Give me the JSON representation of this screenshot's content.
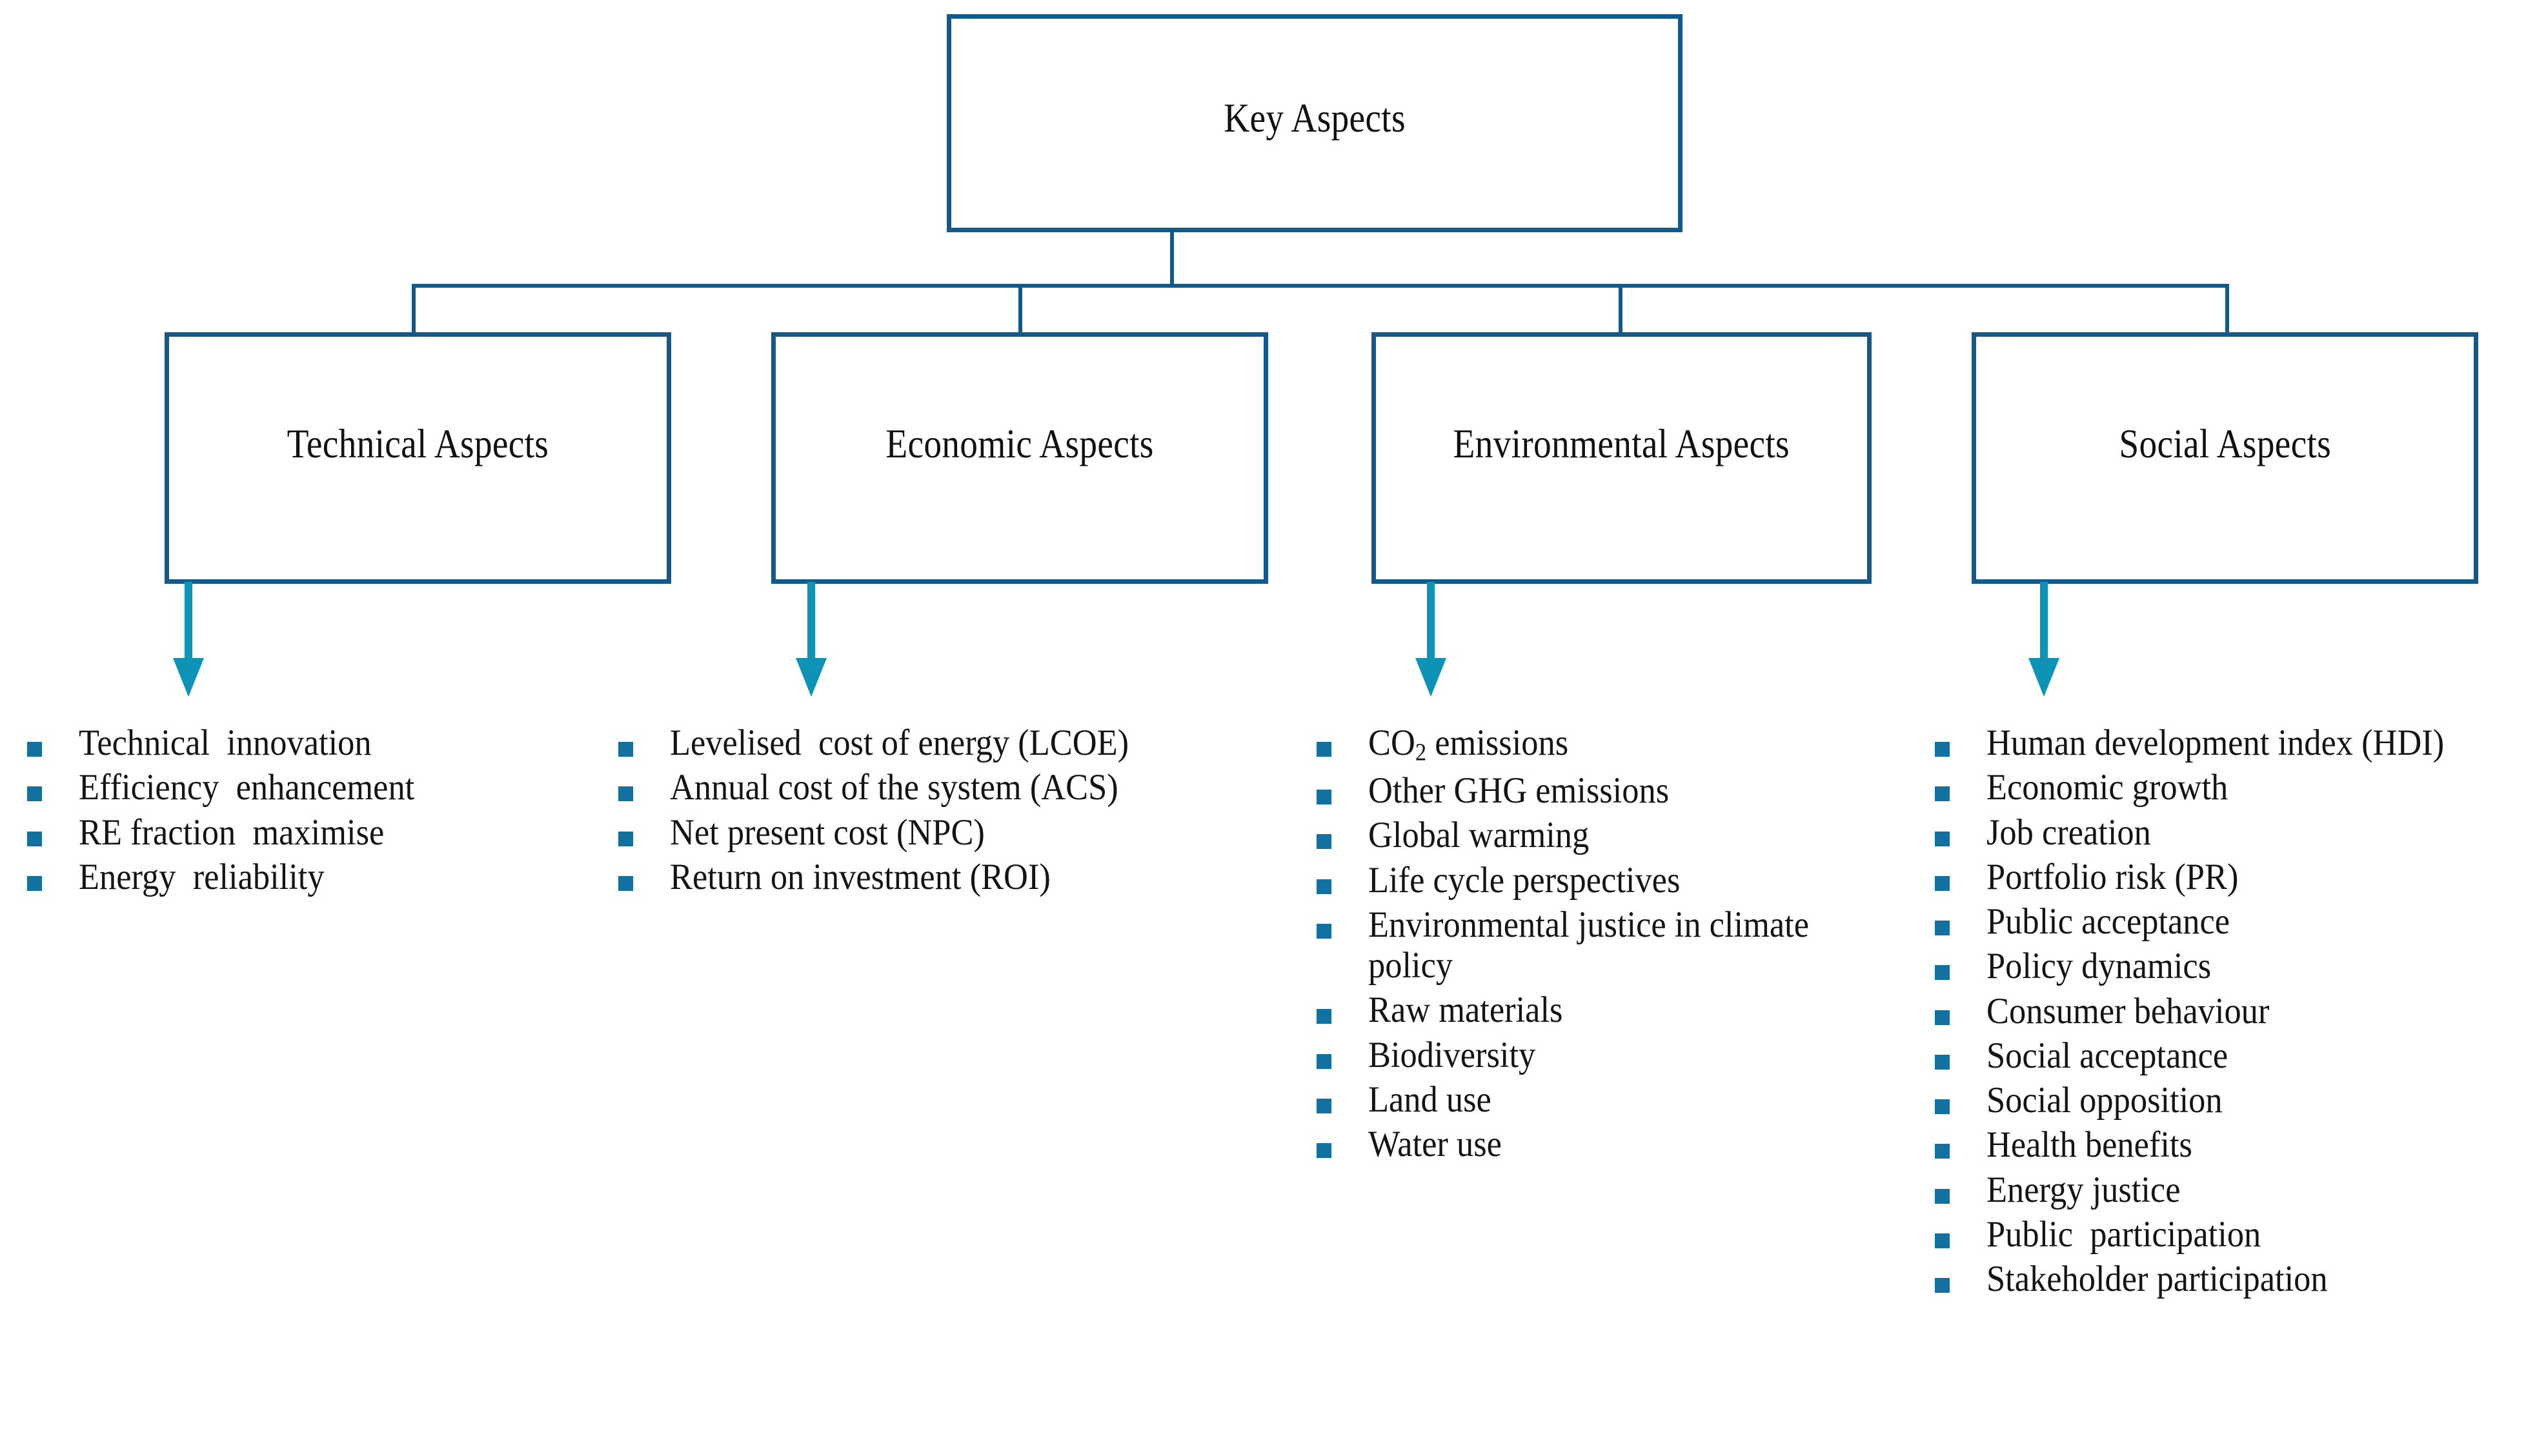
{
  "diagram": {
    "title_node": {
      "label": "Key Aspects"
    },
    "categories": [
      {
        "id": "technical",
        "label": "Technical Aspects"
      },
      {
        "id": "economic",
        "label": "Economic Aspects"
      },
      {
        "id": "environmental",
        "label": "Environmental Aspects"
      },
      {
        "id": "social",
        "label": "Social Aspects"
      }
    ],
    "lists": {
      "technical": [
        "Technical  innovation",
        "Efficiency  enhancement",
        "RE fraction  maximise",
        "Energy  reliability"
      ],
      "economic": [
        "Levelised  cost of energy (LCOE)",
        "Annual cost of the system (ACS)",
        "Net present cost (NPC)",
        "Return on investment (ROI)"
      ],
      "environmental": [
        "CO2 emissions",
        "Other GHG emissions",
        "Global warming",
        "Life cycle perspectives",
        "Environmental justice in climate policy",
        "Raw materials",
        "Biodiversity",
        "Land use",
        "Water use"
      ],
      "social": [
        "Human development index (HDI)",
        "Economic growth",
        "Job creation",
        "Portfolio risk (PR)",
        "Public acceptance",
        "Policy dynamics",
        "Consumer behaviour",
        "Social acceptance",
        "Social opposition",
        "Health benefits",
        "Energy justice",
        "Public  participation",
        "Stakeholder participation"
      ]
    },
    "colors": {
      "box_border": "#105a8e",
      "connector": "#105a8e",
      "arrow": "#0d93b5",
      "bullet": "#13719f",
      "text": "#141414",
      "background": "#ffffff"
    }
  }
}
